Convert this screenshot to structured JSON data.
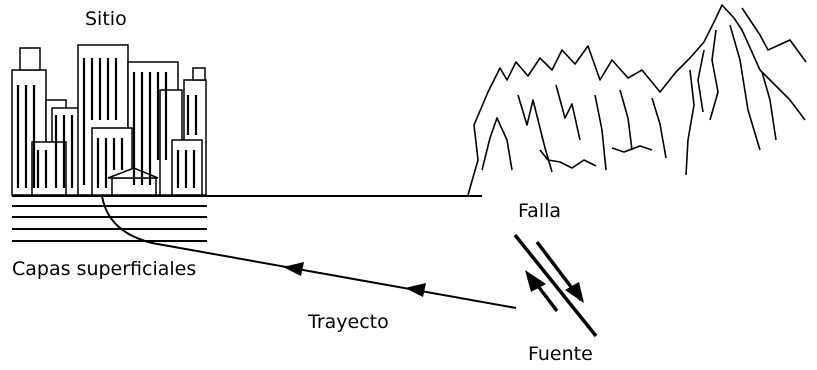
{
  "labels": {
    "site": "Sitio",
    "surface_layers": "Capas superficiales",
    "fault": "Falla",
    "path": "Trayecto",
    "source": "Fuente"
  },
  "icons": {
    "city": "city-skyline-icon",
    "mountains": "mountain-range-icon"
  },
  "colors": {
    "ink": "#000000",
    "background": "#ffffff"
  }
}
